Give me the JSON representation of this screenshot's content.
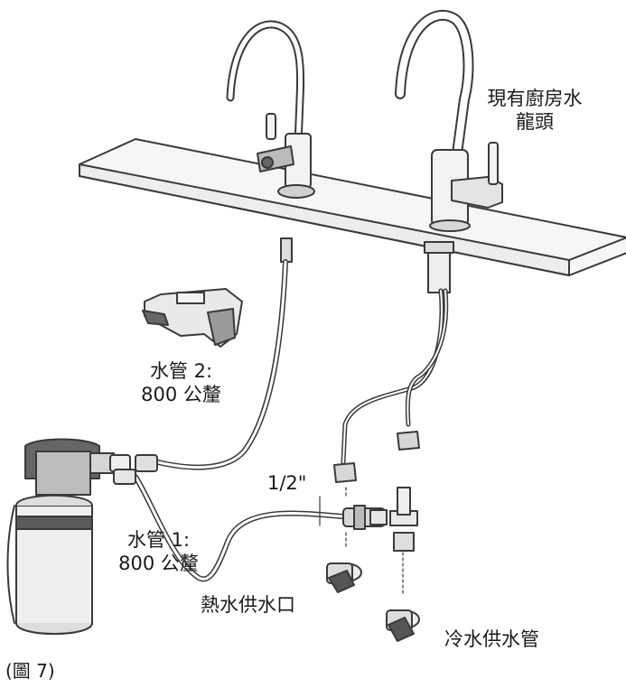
{
  "labels": {
    "existing_faucet_line1": "現有廚房水",
    "existing_faucet_line2": "龍頭",
    "hose2_line1": "水管 2:",
    "hose2_line2": "800 公釐",
    "pipe_size": "1/2\"",
    "hose1_line1": "水管 1:",
    "hose1_line2": "800 公釐",
    "hot_water_outlet": "熱水供水口",
    "cold_water_supply": "冷水供水管",
    "figure_number": "(圖 7)"
  },
  "colors": {
    "line": "#3a3a3a",
    "fill_light": "#f4f4f4",
    "fill_mid": "#c9c9c9",
    "fill_dark": "#555555"
  }
}
